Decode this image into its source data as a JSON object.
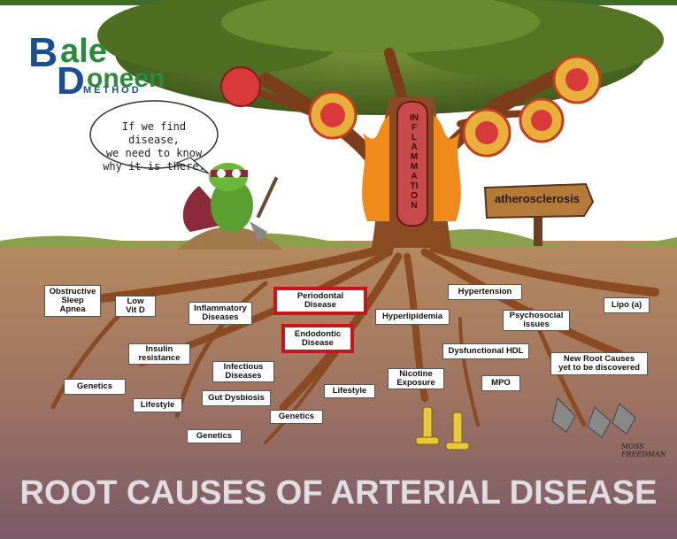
{
  "logo": {
    "line1": "ale",
    "line2": "oneen",
    "line3": "METHOD",
    "letter_b": "B",
    "letter_d": "D"
  },
  "speech_bubble": "If we find disease,\nwe need to know\nwhy it is there.",
  "trunk_label": "INFLAMMATION",
  "sign_label": "atherosclerosis",
  "root_labels": [
    {
      "id": "obstructive-sleep-apnea",
      "text": "Obstructive\nSleep\nApnea"
    },
    {
      "id": "low-vit-d",
      "text": "Low\nVit D"
    },
    {
      "id": "inflammatory-diseases",
      "text": "Inflammatory\nDiseases"
    },
    {
      "id": "periodontal-disease",
      "text": "Periodontal\nDisease",
      "highlight": true
    },
    {
      "id": "endodontic-disease",
      "text": "Endodontic\nDisease",
      "highlight": true
    },
    {
      "id": "hypertension",
      "text": "Hypertension"
    },
    {
      "id": "hyperlipidemia",
      "text": "Hyperlipidemia"
    },
    {
      "id": "psychosocial-issues",
      "text": "Psychosocial\nissues"
    },
    {
      "id": "lipo-a",
      "text": "Lipo (a)"
    },
    {
      "id": "insulin-resistance",
      "text": "Insulin\nresistance"
    },
    {
      "id": "dysfunctional-hdl",
      "text": "Dysfunctional HDL"
    },
    {
      "id": "new-root-causes",
      "text": "New Root Causes\nyet to be discovered"
    },
    {
      "id": "genetics-1",
      "text": "Genetics"
    },
    {
      "id": "infectious-diseases",
      "text": "Infectious\nDiseases"
    },
    {
      "id": "nicotine-exposure",
      "text": "Nicotine\nExposure"
    },
    {
      "id": "mpo",
      "text": "MPO"
    },
    {
      "id": "lifestyle-1",
      "text": "Lifestyle"
    },
    {
      "id": "gut-dysbiosis",
      "text": "Gut Dysbiosis"
    },
    {
      "id": "lifestyle-2",
      "text": "Lifestyle"
    },
    {
      "id": "genetics-2",
      "text": "Genetics"
    },
    {
      "id": "genetics-3",
      "text": "Genetics"
    }
  ],
  "signature": "MOSS\nFREEDMAN",
  "title": "ROOT CAUSES OF ARTERIAL DISEASE",
  "colors": {
    "sky": "#ffffff",
    "soil_top": "#b88a5c",
    "soil_bottom": "#7e5e6a",
    "title": "#e0dde0",
    "highlight": "#c4161c",
    "tree": "#8a4a22",
    "leaves": "#5a7a2a"
  }
}
